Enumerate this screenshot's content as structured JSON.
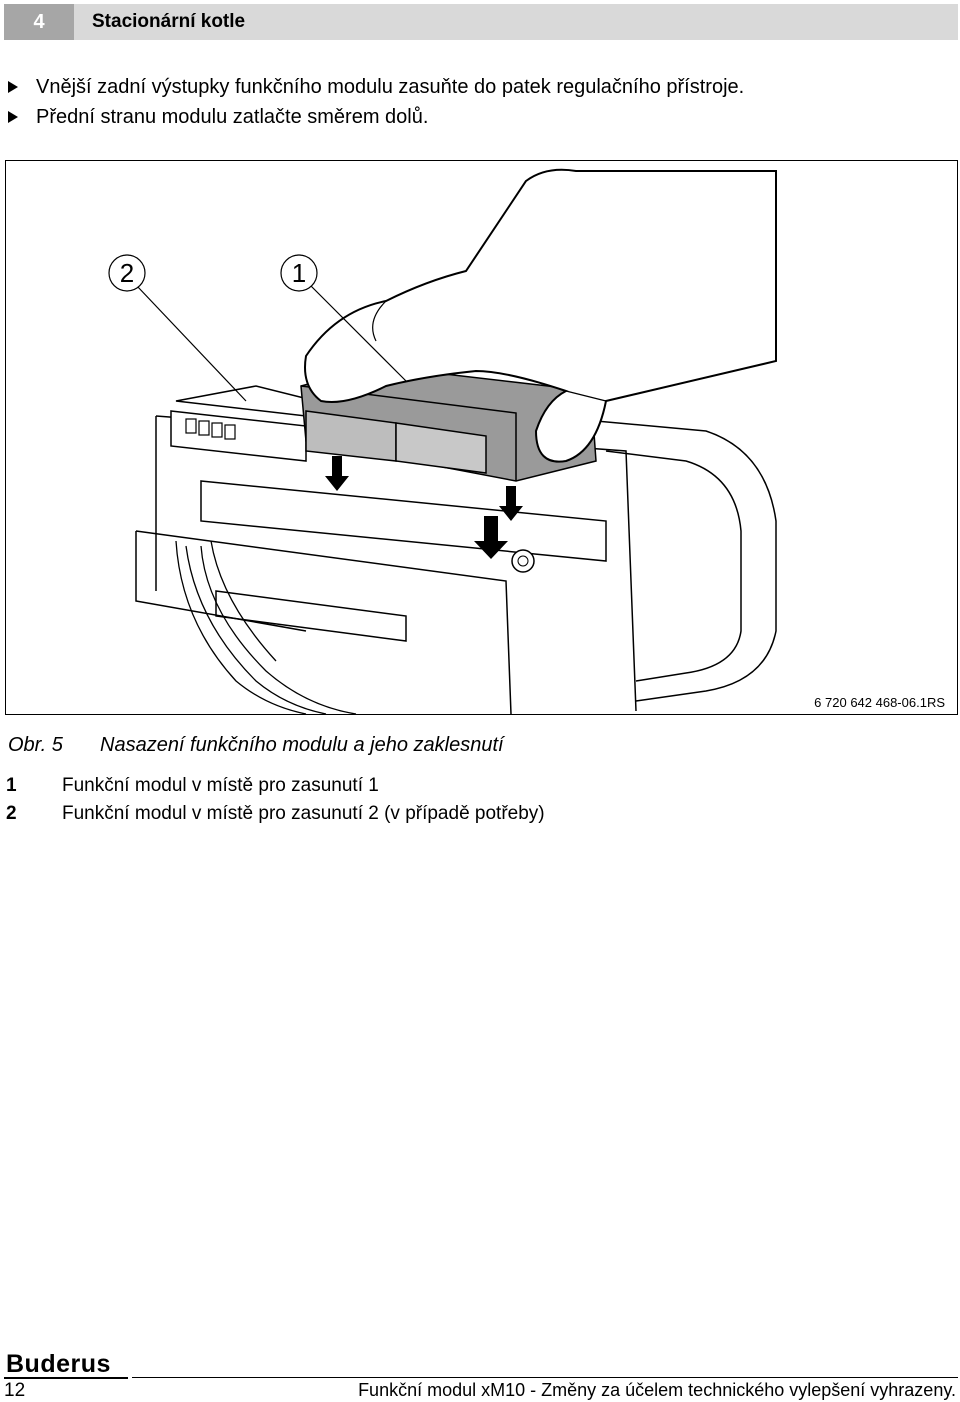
{
  "header": {
    "chapter_number": "4",
    "chapter_title": "Stacionární kotle"
  },
  "steps": [
    "Vnější zadní výstupky funkčního modulu zasuňte do patek regulačního přístroje.",
    "Přední stranu modulu zatlačte směrem dolů."
  ],
  "figure": {
    "callouts": [
      "2",
      "1"
    ],
    "code": "6 720 642 468-06.1RS"
  },
  "caption": {
    "label": "Obr. 5",
    "text": "Nasazení funkčního modulu a jeho zaklesnutí"
  },
  "legend": [
    {
      "num": "1",
      "text": "Funkční modul v místě pro zasunutí 1"
    },
    {
      "num": "2",
      "text": "Funkční modul v místě pro zasunutí 2 (v případě potřeby)"
    }
  ],
  "footer": {
    "brand": "Buderus",
    "page_number": "12",
    "text": "Funkční modul xM10 - Změny za účelem technického vylepšení vyhrazeny."
  }
}
